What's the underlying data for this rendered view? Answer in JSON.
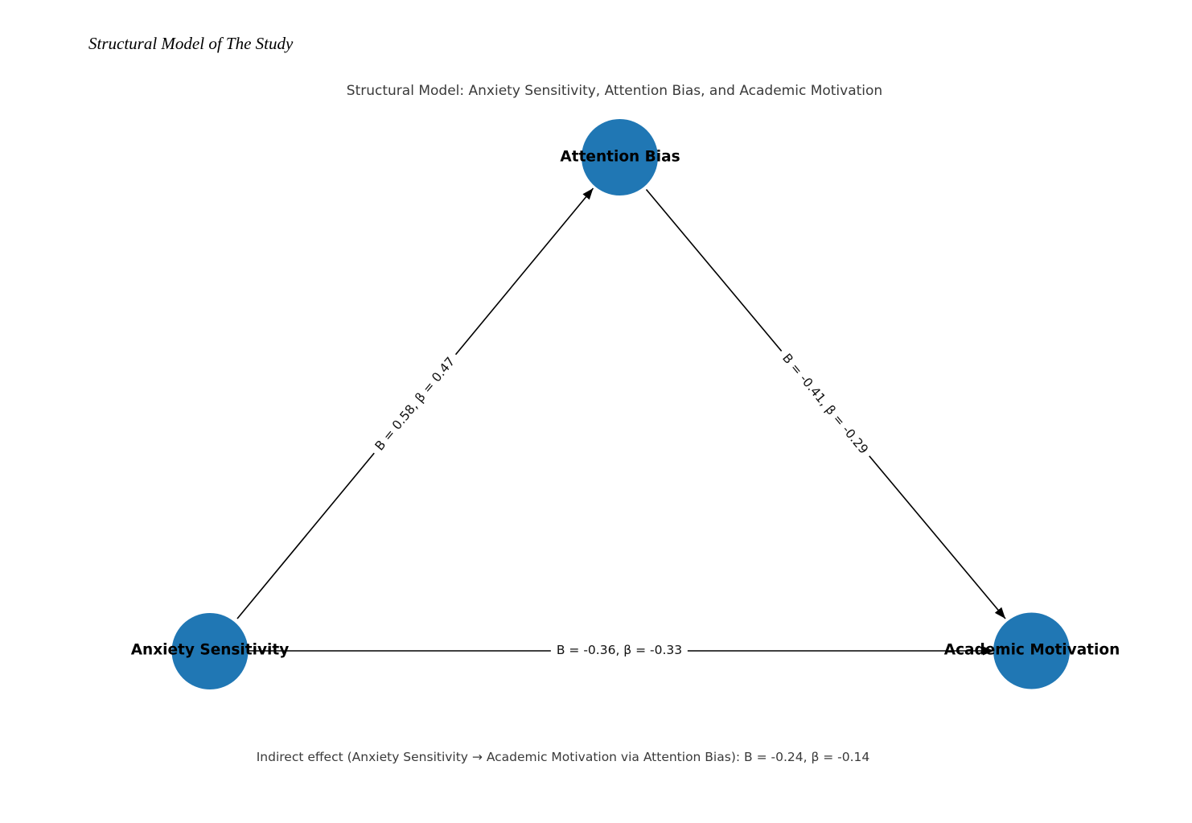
{
  "header": {
    "title": "Structural Model of The Study"
  },
  "figure": {
    "title": "Structural Model: Anxiety Sensitivity, Attention Bias, and Academic Motivation",
    "node_color": "#2077b4",
    "edge_color": "#000000",
    "nodes": [
      {
        "id": "attention-bias",
        "label": "Attention Bias"
      },
      {
        "id": "anxiety-sensitivity",
        "label": "Anxiety Sensitivity"
      },
      {
        "id": "academic-motivation",
        "label": "Academic Motivation"
      }
    ],
    "edges": [
      {
        "from": "Anxiety Sensitivity",
        "to": "Attention Bias",
        "label": "B = 0.58, β = 0.47",
        "B": 0.58,
        "beta": 0.47
      },
      {
        "from": "Attention Bias",
        "to": "Academic Motivation",
        "label": "B = -0.41, β = -0.29",
        "B": -0.41,
        "beta": -0.29
      },
      {
        "from": "Anxiety Sensitivity",
        "to": "Academic Motivation",
        "label": "B = -0.36, β = -0.33",
        "B": -0.36,
        "beta": -0.33
      }
    ],
    "indirect_effect": {
      "text": "Indirect effect (Anxiety Sensitivity → Academic Motivation via Attention Bias): B = -0.24, β = -0.14",
      "B": -0.24,
      "beta": -0.14
    }
  }
}
